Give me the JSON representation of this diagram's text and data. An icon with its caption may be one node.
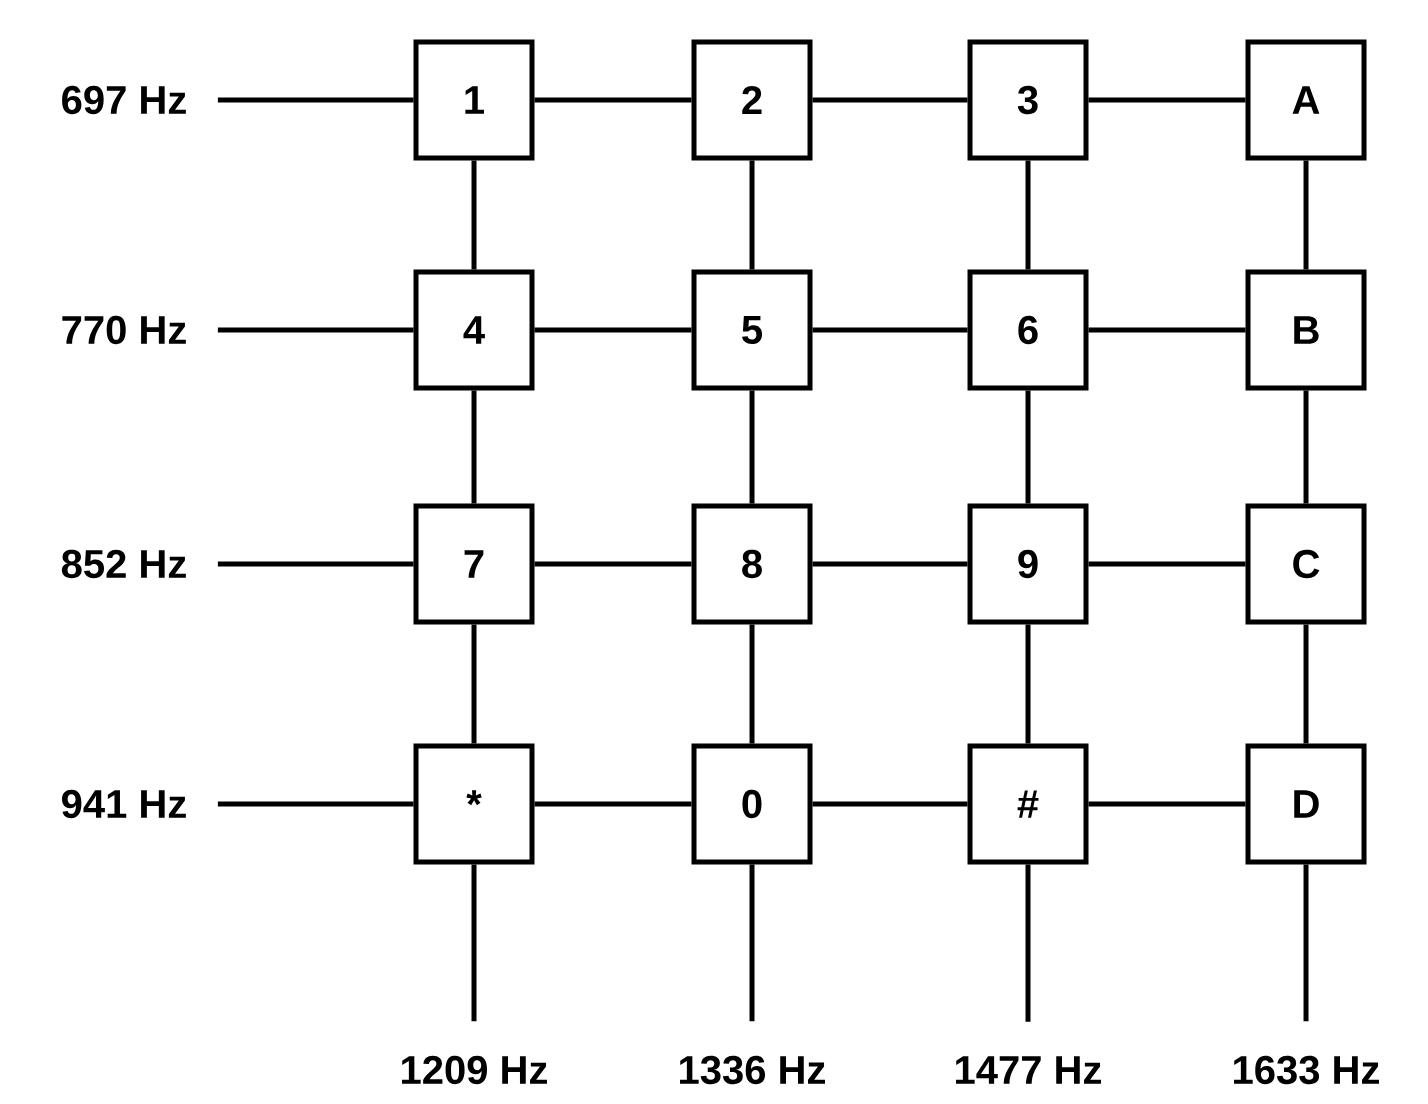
{
  "diagram": {
    "nodes": [
      {
        "text": [
          "697 Hz"
        ]
      },
      {
        "text": [
          "1"
        ]
      },
      {
        "text": [
          "2"
        ]
      },
      {
        "text": [
          "3"
        ]
      },
      {
        "text": [
          "A"
        ]
      },
      {
        "text": [
          "770 Hz"
        ]
      },
      {
        "text": [
          "4"
        ]
      },
      {
        "text": [
          "5"
        ]
      },
      {
        "text": [
          "6"
        ]
      },
      {
        "text": [
          "B"
        ]
      },
      {
        "text": [
          "852 Hz"
        ]
      },
      {
        "text": [
          "7"
        ]
      },
      {
        "text": [
          "8"
        ]
      },
      {
        "text": [
          "9"
        ]
      },
      {
        "text": [
          "C"
        ]
      },
      {
        "text": [
          "941 Hz"
        ]
      },
      {
        "text": [
          "*"
        ]
      },
      {
        "text": [
          "0"
        ]
      },
      {
        "text": [
          "#"
        ]
      },
      {
        "text": [
          "D"
        ]
      },
      {
        "text": [
          "1209 Hz"
        ]
      },
      {
        "text": [
          "1336 Hz"
        ]
      },
      {
        "text": [
          "1477 Hz"
        ]
      },
      {
        "text": [
          "1633 Hz"
        ]
      }
    ],
    "edges": [
      {
        "from": 0,
        "to": 1,
        "arrow": "none"
      },
      {
        "from": 1,
        "to": 2,
        "arrow": "none"
      },
      {
        "from": 2,
        "to": 3,
        "arrow": "none"
      },
      {
        "from": 3,
        "to": 4,
        "arrow": "none"
      },
      {
        "from": 5,
        "to": 6,
        "arrow": "none"
      },
      {
        "from": 6,
        "to": 7,
        "arrow": "none"
      },
      {
        "from": 7,
        "to": 8,
        "arrow": "none"
      },
      {
        "from": 8,
        "to": 9,
        "arrow": "none"
      },
      {
        "from": 10,
        "to": 11,
        "arrow": "none"
      },
      {
        "from": 11,
        "to": 12,
        "arrow": "none"
      },
      {
        "from": 12,
        "to": 13,
        "arrow": "none"
      },
      {
        "from": 13,
        "to": 14,
        "arrow": "none"
      },
      {
        "from": 15,
        "to": 16,
        "arrow": "none"
      },
      {
        "from": 16,
        "to": 17,
        "arrow": "none"
      },
      {
        "from": 17,
        "to": 18,
        "arrow": "none"
      },
      {
        "from": 18,
        "to": 19,
        "arrow": "none"
      },
      {
        "from": 1,
        "to": 6,
        "arrow": "none"
      },
      {
        "from": 6,
        "to": 11,
        "arrow": "none"
      },
      {
        "from": 11,
        "to": 16,
        "arrow": "none"
      },
      {
        "from": 16,
        "to": 20,
        "arrow": "none"
      },
      {
        "from": 2,
        "to": 7,
        "arrow": "none"
      },
      {
        "from": 7,
        "to": 12,
        "arrow": "none"
      },
      {
        "from": 12,
        "to": 17,
        "arrow": "none"
      },
      {
        "from": 17,
        "to": 21,
        "arrow": "none"
      },
      {
        "from": 3,
        "to": 8,
        "arrow": "none"
      },
      {
        "from": 8,
        "to": 13,
        "arrow": "none"
      },
      {
        "from": 13,
        "to": 18,
        "arrow": "none"
      },
      {
        "from": 18,
        "to": 22,
        "arrow": "none"
      },
      {
        "from": 4,
        "to": 9,
        "arrow": "none"
      },
      {
        "from": 9,
        "to": 14,
        "arrow": "none"
      },
      {
        "from": 14,
        "to": 19,
        "arrow": "none"
      },
      {
        "from": 19,
        "to": 23,
        "arrow": "none"
      }
    ]
  }
}
